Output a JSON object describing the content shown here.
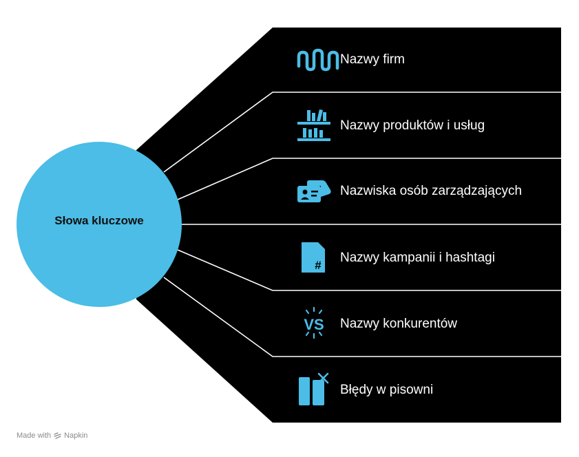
{
  "center": {
    "label": "Słowa kluczowe"
  },
  "items": [
    {
      "label": "Nazwy firm",
      "icon": "columns-wave-icon"
    },
    {
      "label": "Nazwy produktów i usług",
      "icon": "bookshelf-icon"
    },
    {
      "label": "Nazwiska osób zarządzających",
      "icon": "id-card-icon"
    },
    {
      "label": "Nazwy kampanii i hashtagi",
      "icon": "hashtag-document-icon"
    },
    {
      "label": "Nazwy konkurentów",
      "icon": "versus-icon"
    },
    {
      "label": "Błędy w pisowni",
      "icon": "book-error-icon"
    }
  ],
  "footer": {
    "made_with": "Made with",
    "brand": "Napkin"
  },
  "colors": {
    "background": "#ffffff",
    "panel": "#000000",
    "accent": "#4bbde6",
    "text_on_dark": "#ffffff",
    "center_text": "#111111"
  }
}
